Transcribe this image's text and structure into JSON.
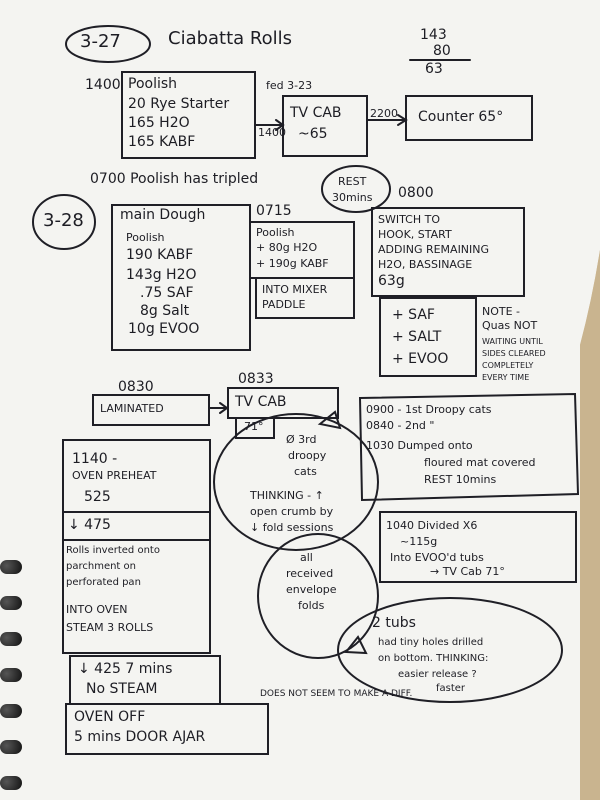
{
  "header": {
    "date1": "3-27",
    "title": "Ciabatta Rolls"
  },
  "calc": {
    "a": "143",
    "b": "80",
    "c": "63"
  },
  "poolish": {
    "time": "1400",
    "label": "Poolish",
    "line1": "20 Rye Starter",
    "line2": "165 H2O",
    "line3": "165 KABF"
  },
  "fed_note": "fed 3-23",
  "time_1400": "1400",
  "tvcab1": {
    "line1": "TV CAB",
    "line2": "~65"
  },
  "time_2200": "2200",
  "counter": "Counter 65°",
  "poolish_doubled": "0700 Poolish has tripled",
  "rest_note": {
    "line1": "REST",
    "line2": "30mins"
  },
  "time_0800": "0800",
  "date2": "3-28",
  "time_0715": "0715",
  "main_dough": {
    "title": "main Dough",
    "line1": "Poolish",
    "line2": "190 KABF",
    "line3": "143g H2O",
    "line4": ".75 SAF",
    "line5": "8g Salt",
    "line6": "10g EVOO"
  },
  "add_box": {
    "line1": "Poolish",
    "line2": "+ 80g H2O",
    "line3": "+ 190g KABF"
  },
  "mixer_box": {
    "line1": "INTO MIXER",
    "line2": "PADDLE"
  },
  "switch_box": {
    "line1": "SWITCH TO",
    "line2": "HOOK, START",
    "line3": "ADDING REMAINING",
    "line4": "H2O, BASSINAGE",
    "line5": "63g"
  },
  "adds_box": {
    "line1": "+ SAF",
    "line2": "+ SALT",
    "line3": "+ EVOO"
  },
  "note_box": {
    "line1": "NOTE -",
    "line2": "Quas NOT",
    "line3": "WAITING UNTIL",
    "line4": "SIDES CLEARED",
    "line5": "COMPLETELY",
    "line6": "EVERY TIME"
  },
  "time_0830": "0830",
  "laminated": "LAMINATED",
  "time_0833": "0833",
  "tvcab2": "TV CAB",
  "temp71": "71°",
  "droopy_box": {
    "line1": "0900 - 1st Droopy cats",
    "line2": "0840 - 2nd \"",
    "line3": "1030 Dumped onto",
    "line4": "floured mat covered",
    "line5": "REST 10mins"
  },
  "third_oval": {
    "line1": "Ø 3rd",
    "line2": "droopy",
    "line3": "cats",
    "line4": "THINKING - ↑",
    "line5": "open crumb by",
    "line6": "↓ fold sessions"
  },
  "oven_box": {
    "line1": "1140 -",
    "line2": "OVEN PREHEAT",
    "line3": "525",
    "line4": "↓ 475",
    "line5": "Rolls inverted onto",
    "line6": "parchment on",
    "line7": "perforated pan",
    "line8": "INTO OVEN",
    "line9": "STEAM 3 ROLLS"
  },
  "steam_box": {
    "line1": "↓ 425 7 mins",
    "line2": "No STEAM"
  },
  "off_box": {
    "line1": "OVEN OFF",
    "line2": "5 mins DOOR AJAR"
  },
  "divided_box": {
    "line1": "1040 Divided X6",
    "line2": "~115g",
    "line3": "Into EVOO'd tubs",
    "line4": "→ TV Cab 71°"
  },
  "folds_oval": {
    "line1": "all",
    "line2": "received",
    "line3": "envelope",
    "line4": "folds"
  },
  "tubs_oval": {
    "line1": "2 tubs",
    "line2": "had tiny holes drilled",
    "line3": "on bottom. THINKING:",
    "line4": "easier release ?",
    "line5": "faster"
  },
  "bottom_note": "DOES NOT SEEM TO MAKE A DIFF."
}
